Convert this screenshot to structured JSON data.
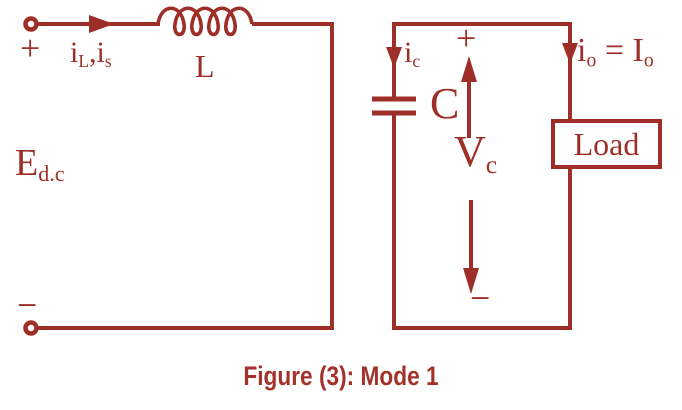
{
  "colors": {
    "line": "#9e2f28",
    "caption": "#a4322b",
    "background": "#ffffff"
  },
  "caption": "Figure (3): Mode 1",
  "source": {
    "plus": "+",
    "minus": "−",
    "emf": [
      {
        "t": "E"
      },
      {
        "t": "d.c",
        "sub": true
      }
    ]
  },
  "left_loop": {
    "current_label": [
      {
        "t": "i"
      },
      {
        "t": "L",
        "sub": true
      },
      {
        "t": ","
      },
      {
        "t": "i"
      },
      {
        "t": "s",
        "sub": true
      }
    ],
    "inductor_label": "L"
  },
  "right_loop": {
    "capacitor_label": "C",
    "capacitor_current": [
      {
        "t": "i"
      },
      {
        "t": "c",
        "sub": true
      }
    ],
    "cap_voltage": {
      "plus": "+",
      "label": [
        {
          "t": "V"
        },
        {
          "t": "c",
          "sub": true
        }
      ],
      "minus": "−"
    },
    "output_current": [
      {
        "t": "i"
      },
      {
        "t": "o",
        "sub": true
      },
      {
        "t": " = I"
      },
      {
        "t": "o",
        "sub": true
      }
    ],
    "load_label": "Load"
  }
}
